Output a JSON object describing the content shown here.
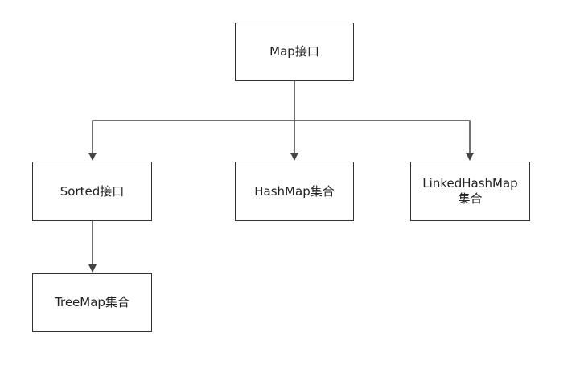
{
  "diagram": {
    "nodes": [
      {
        "id": "map",
        "label": "Map接口"
      },
      {
        "id": "sorted",
        "label": "Sorted接口"
      },
      {
        "id": "hashmap",
        "label": "HashMap集合"
      },
      {
        "id": "linked",
        "label": "LinkedHashMap\n集合"
      },
      {
        "id": "treemap",
        "label": "TreeMap集合"
      }
    ],
    "edges": [
      {
        "from": "map",
        "to": "sorted"
      },
      {
        "from": "map",
        "to": "hashmap"
      },
      {
        "from": "map",
        "to": "linked"
      },
      {
        "from": "sorted",
        "to": "treemap"
      }
    ],
    "colors": {
      "line": "#444444",
      "border": "#333333",
      "text": "#222222"
    }
  }
}
